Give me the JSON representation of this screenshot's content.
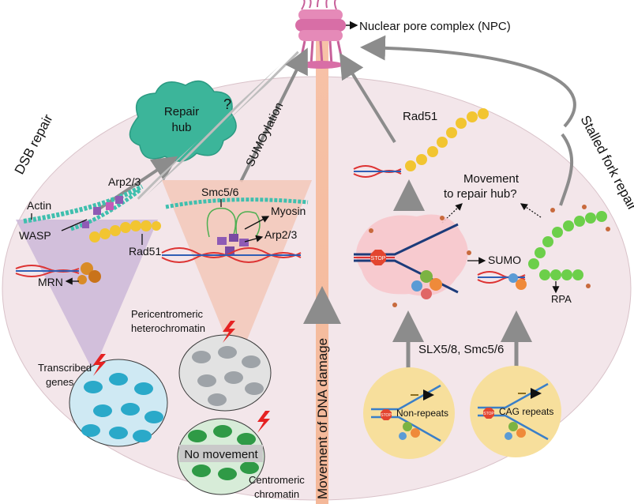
{
  "labels": {
    "npc": "Nuclear pore complex (NPC)",
    "dsb_repair": "DSB repair",
    "stalled_fork_repair": "Stalled fork repair",
    "repair_hub": "Repair hub",
    "question": "?",
    "sumoylation": "SUMOylation",
    "movement_dna_damage": "Movement of DNA damage",
    "actin": "Actin",
    "arp23_left": "Arp2/3",
    "wasp": "WASP",
    "rad51_left": "Rad51",
    "mrn": "MRN",
    "smc56": "Smc5/6",
    "myosin": "Myosin",
    "arp23_mid": "Arp2/3",
    "pericentromeric": "Pericentromeric",
    "heterochromatin": "heterochromatin",
    "transcribed": "Transcribed",
    "genes": "genes",
    "no_movement": "No movement",
    "centromeric": "Centromeric",
    "chromatin": "chromatin",
    "rad51_right": "Rad51",
    "movement_q1": "Movement",
    "movement_q2": "to repair hub?",
    "sumo": "SUMO",
    "stop1": "STOP",
    "stop2": "STOP",
    "stop3": "STOP",
    "rpa": "RPA",
    "slx": "SLX5/8, Smc5/6",
    "non_repeats": "Non-repeats",
    "cag_repeats": "CAG repeats"
  },
  "colors": {
    "nucleus_fill": "#f3e6ea",
    "hub": "#3cb59a",
    "rad51": "#f2c531",
    "actin": "#3fbfae",
    "npc": "#e58ab8",
    "chrom_blue": "#2aa9c9",
    "chrom_gray": "#9ea3a8",
    "chrom_green": "#2f9a46",
    "fork_bg": "#f7df9c",
    "stop": "#e3452f",
    "arrow_gray": "#8c8c8c"
  }
}
